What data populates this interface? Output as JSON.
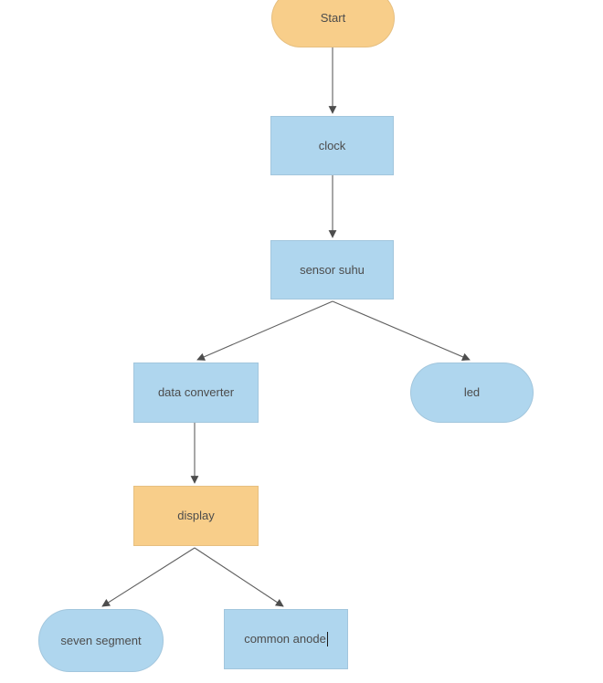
{
  "diagram": {
    "type": "flowchart",
    "colors": {
      "orange_fill": "#f8ce8a",
      "blue_fill": "#afd6ee",
      "line": "#5f5f5f",
      "arrowhead": "#4d4d4d",
      "text": "#4c4c4c",
      "background": "#ffffff"
    },
    "nodes": [
      {
        "id": "start",
        "label": "Start",
        "shape": "stadium",
        "color": "orange_fill"
      },
      {
        "id": "clock",
        "label": "clock",
        "shape": "rect",
        "color": "blue_fill"
      },
      {
        "id": "sensor-suhu",
        "label": "sensor suhu",
        "shape": "rect",
        "color": "blue_fill"
      },
      {
        "id": "data-converter",
        "label": "data converter",
        "shape": "rect",
        "color": "blue_fill"
      },
      {
        "id": "led",
        "label": "led",
        "shape": "stadium",
        "color": "blue_fill"
      },
      {
        "id": "display",
        "label": "display",
        "shape": "rect",
        "color": "orange_fill"
      },
      {
        "id": "seven-segment",
        "label": "seven segment",
        "shape": "stadium",
        "color": "blue_fill"
      },
      {
        "id": "common-anode",
        "label": "common anode",
        "shape": "rect",
        "color": "blue_fill",
        "editing": true
      }
    ],
    "connectors": [
      {
        "from": "start",
        "to": "clock"
      },
      {
        "from": "clock",
        "to": "sensor-suhu"
      },
      {
        "from": "sensor-suhu",
        "to": "data-converter"
      },
      {
        "from": "sensor-suhu",
        "to": "led"
      },
      {
        "from": "data-converter",
        "to": "display"
      },
      {
        "from": "display",
        "to": "seven-segment"
      },
      {
        "from": "display",
        "to": "common-anode"
      }
    ]
  }
}
